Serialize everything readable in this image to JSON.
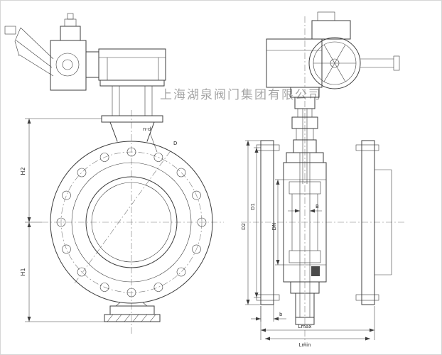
{
  "watermark": {
    "text": "上海湖泉阀门集团有限公司"
  },
  "dimensions": {
    "front": {
      "h2": "H2",
      "h1": "H1",
      "nd": "n-d",
      "d": "D"
    },
    "side": {
      "d2": "D2",
      "d1": "D1",
      "dn": "DN",
      "b_disc": "B",
      "b": "b",
      "lmax": "Lmax",
      "lmin": "Lmin"
    }
  },
  "colors": {
    "line": "#3d3d3d",
    "centerline": "#7a7a7a",
    "watermark": "#9c9c9c",
    "background": "#ffffff"
  }
}
